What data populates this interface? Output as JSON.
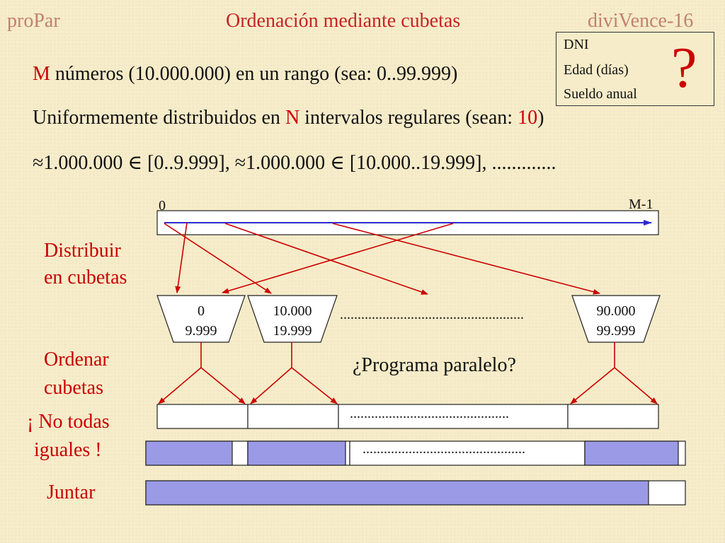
{
  "header": {
    "left": "proPar",
    "title": "Ordenación mediante cubetas",
    "right": "diviVence-16"
  },
  "info_box": {
    "items": [
      "DNI",
      "Edad (días)",
      "Sueldo anual"
    ],
    "mark": "?"
  },
  "statement": {
    "line1_M": "M",
    "line1_rest": " números (10.000.000) en un rango (sea: 0..99.999)",
    "line2_a": "Uniformemente distribuidos en ",
    "line2_N": "N",
    "line2_b": " intervalos regulares (sean: ",
    "line2_10": "10",
    "line2_c": ")",
    "line3": "≈1.000.000 ∈ [0..9.999], ≈1.000.000 ∈ [10.000..19.999], ............."
  },
  "array_labels": {
    "start": "0",
    "end": "M-1"
  },
  "side_labels": {
    "distribute_1": "Distribuir",
    "distribute_2": "en cubetas",
    "sort_1": "Ordenar",
    "sort_2": "cubetas",
    "unequal_1": "¡ No todas",
    "unequal_2": "iguales !",
    "join": "Juntar"
  },
  "buckets": [
    {
      "low": "0",
      "high": "9.999"
    },
    {
      "low": "10.000",
      "high": "19.999"
    },
    {
      "low": "90.000",
      "high": "99.999"
    }
  ],
  "dots": {
    "buckets": "....................................................",
    "sorted": ".............................................",
    "unequal": ".............................................."
  },
  "question": "¿Programa paralelo?",
  "colors": {
    "background": "#f6ecc9",
    "accent_red": "#cc0000",
    "arrow_blue": "#2a2ad0",
    "fill_purple": "#9a9ae6"
  }
}
